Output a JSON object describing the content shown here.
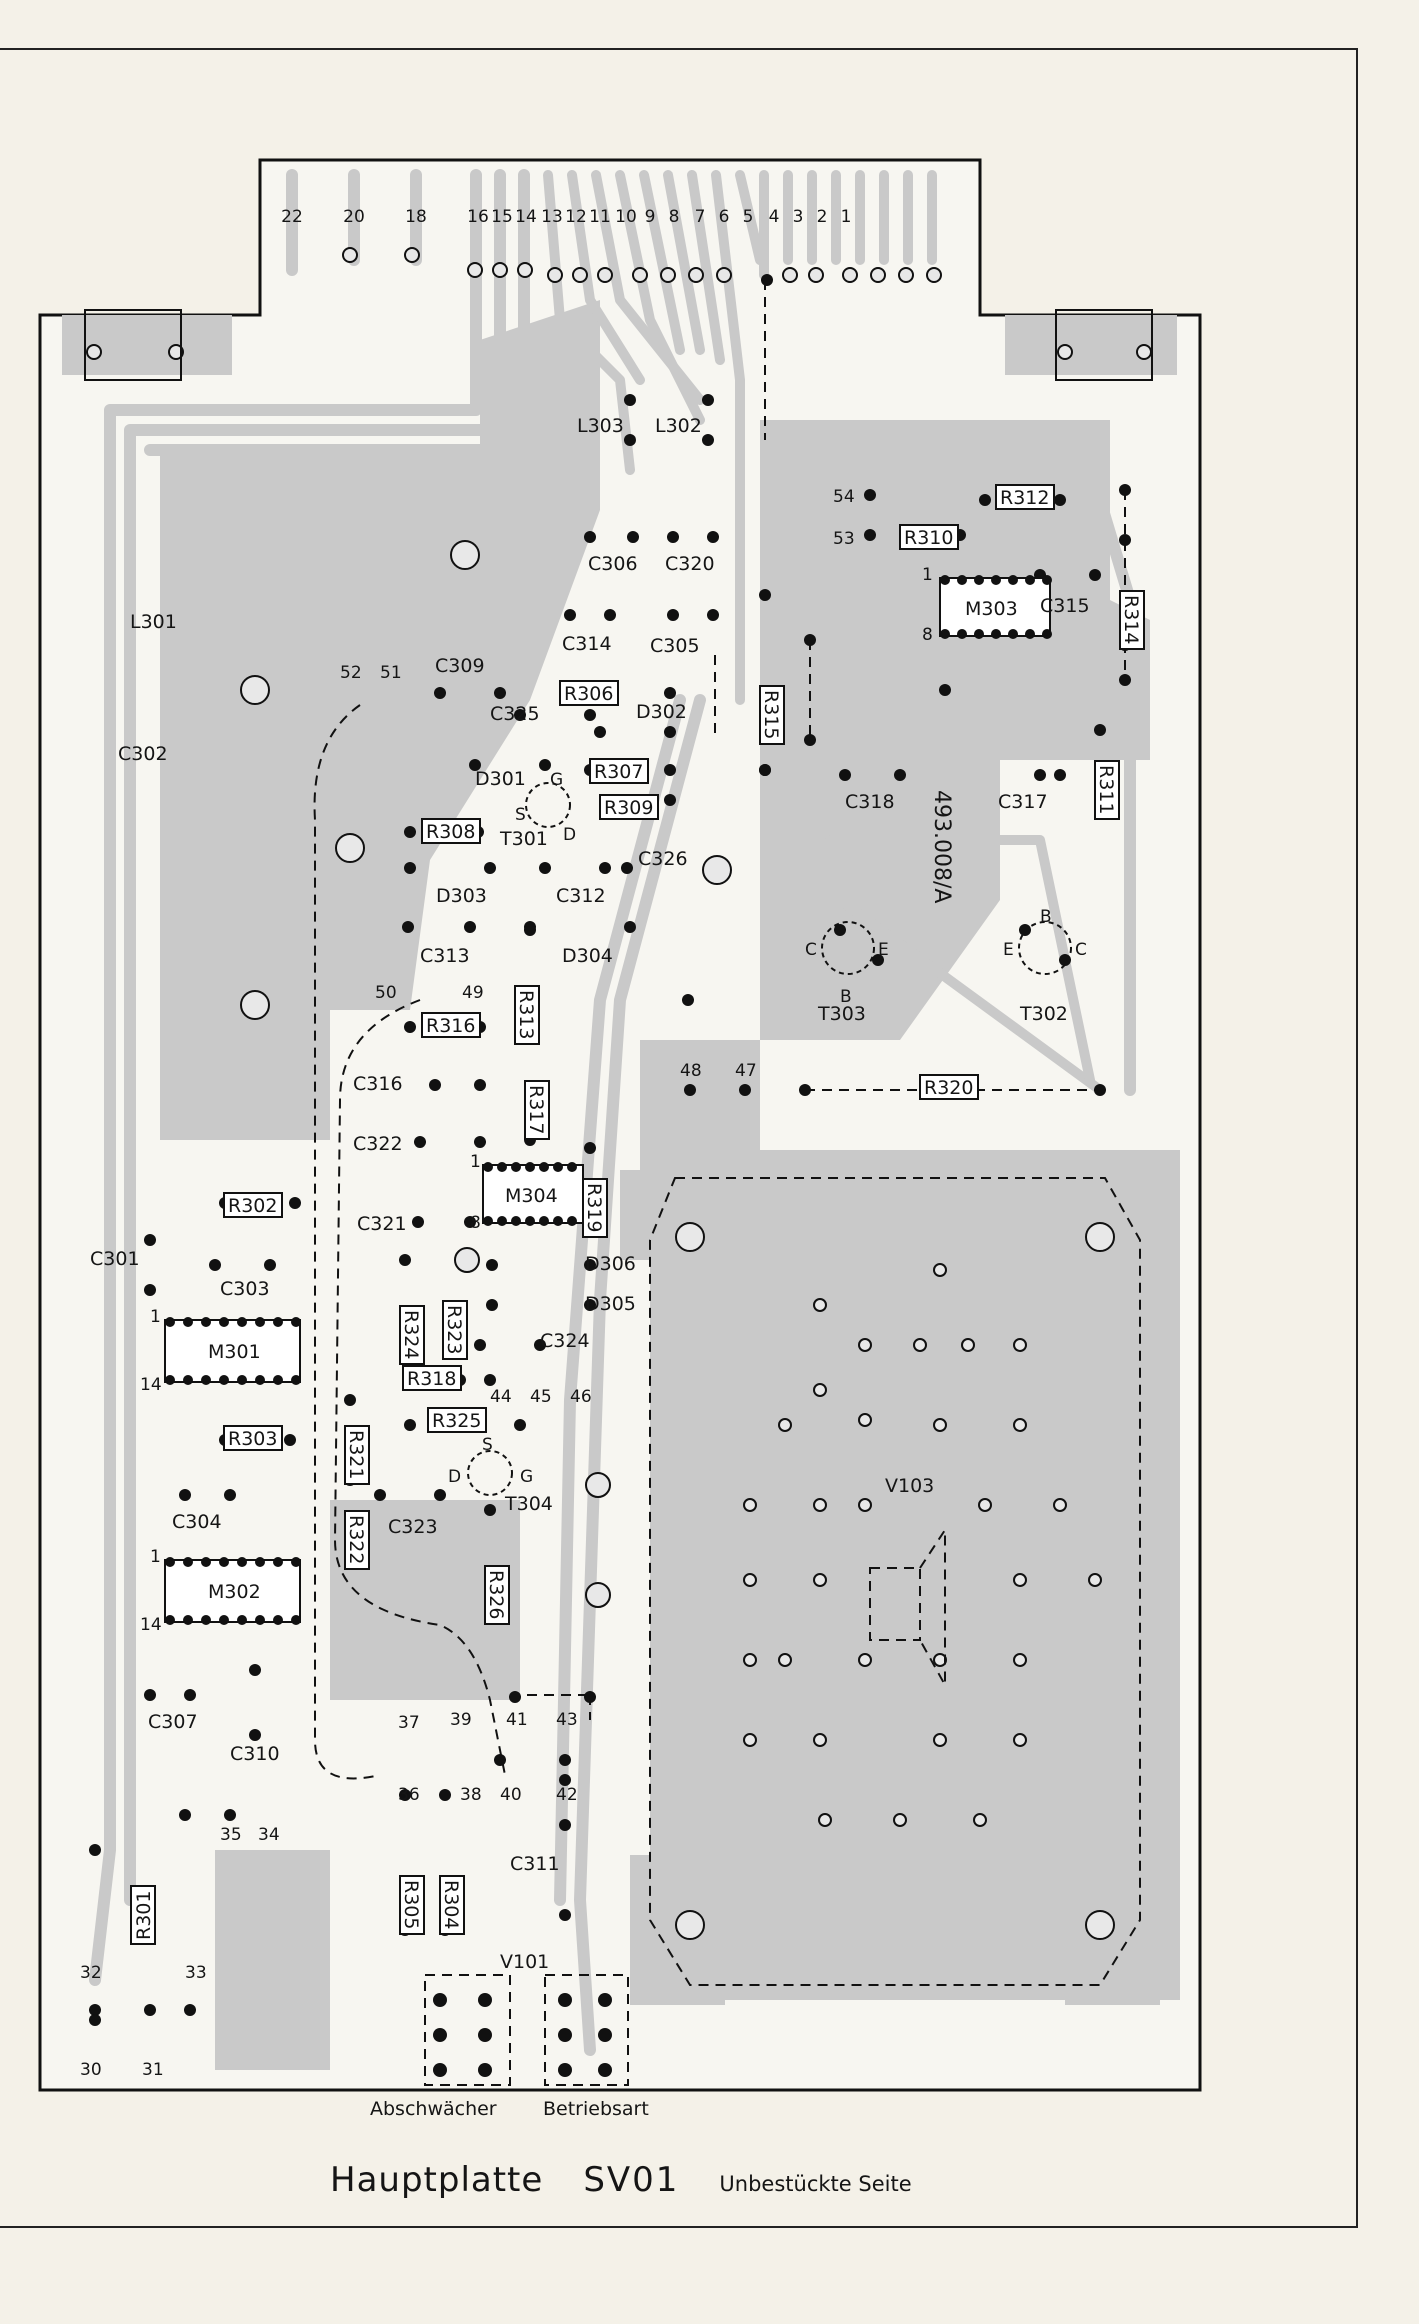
{
  "caption": {
    "title": "Hauptplatte",
    "board_id": "SV01",
    "subtitle": "Unbestückte Seite"
  },
  "switch_labels": {
    "attenuator": "Abschwächer",
    "mode": "Betriebsart"
  },
  "edge_pins": [
    "22",
    "20",
    "18",
    "16",
    "15",
    "14",
    "13",
    "12",
    "11",
    "10",
    "9",
    "8",
    "7",
    "6",
    "5",
    "4",
    "3",
    "2",
    "1"
  ],
  "vertical_stamp": "493.008/A",
  "components": {
    "inductors": [
      "L301",
      "L302",
      "L303"
    ],
    "capacitors": [
      "C301",
      "C302",
      "C303",
      "C304",
      "C305",
      "C306",
      "C307",
      "C309",
      "C310",
      "C311",
      "C312",
      "C313",
      "C314",
      "C315",
      "C316",
      "C317",
      "C318",
      "C320",
      "C321",
      "C322",
      "C323",
      "C324",
      "C325",
      "C326"
    ],
    "resistors": [
      "R301",
      "R302",
      "R303",
      "R304",
      "R305",
      "R306",
      "R307",
      "R308",
      "R309",
      "R310",
      "R311",
      "R312",
      "R313",
      "R314",
      "R315",
      "R316",
      "R317",
      "R318",
      "R319",
      "R320",
      "R321",
      "R322",
      "R323",
      "R324",
      "R325",
      "R326"
    ],
    "diodes": [
      "D301",
      "D302",
      "D303",
      "D304",
      "D305",
      "D306"
    ],
    "transistors": [
      "T301",
      "T302",
      "T303",
      "T304"
    ],
    "ics": [
      "M301",
      "M302",
      "M303",
      "M304"
    ],
    "tube": "V103",
    "switch_block": "V101"
  },
  "test_points": [
    "30",
    "31",
    "32",
    "33",
    "34",
    "35",
    "36",
    "37",
    "38",
    "39",
    "40",
    "41",
    "42",
    "43",
    "44",
    "45",
    "46",
    "47",
    "48",
    "49",
    "50",
    "51",
    "52",
    "53",
    "54"
  ],
  "transistor_pins": {
    "gate": "G",
    "source": "S",
    "drain": "D",
    "base": "B",
    "emitter": "E",
    "collector": "C"
  },
  "ic_pin_labels": {
    "first": "1",
    "last": "14",
    "eighth": "8"
  }
}
